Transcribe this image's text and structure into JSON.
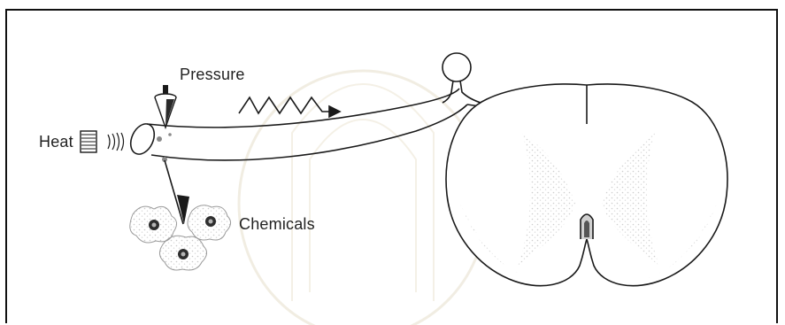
{
  "labels": {
    "pressure": "Pressure",
    "heat": "Heat",
    "chemicals": "Chemicals"
  },
  "colors": {
    "line": "#1a1a1a",
    "shading": "#cfcfcf",
    "watermark": "#e9e3d2"
  }
}
